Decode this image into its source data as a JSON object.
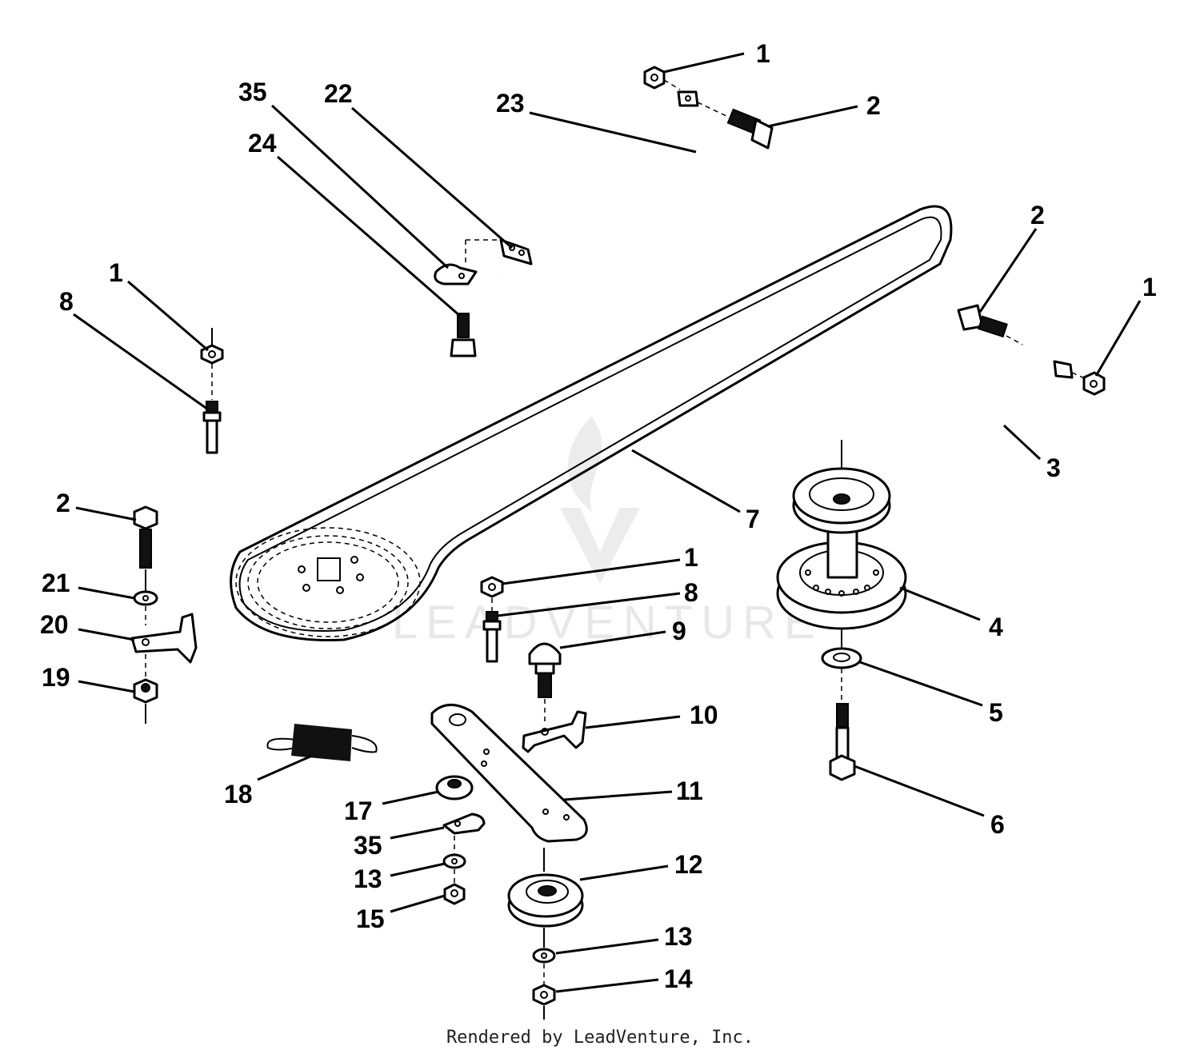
{
  "watermark": "LEADVENTURE",
  "footer": "Rendered by LeadVenture, Inc.",
  "callouts": {
    "c1a": "1",
    "c2a": "2",
    "c23": "23",
    "c35a": "35",
    "c22": "22",
    "c24": "24",
    "c2b": "2",
    "c1b": "1",
    "c3": "3",
    "c1c": "1",
    "c8a": "8",
    "c7": "7",
    "c4": "4",
    "c2c": "2",
    "c21": "21",
    "c20": "20",
    "c19": "19",
    "c1d": "1",
    "c8b": "8",
    "c9": "9",
    "c5": "5",
    "c10": "10",
    "c6": "6",
    "c18": "18",
    "c11": "11",
    "c17": "17",
    "c35b": "35",
    "c13a": "13",
    "c12": "12",
    "c15": "15",
    "c13b": "13",
    "c14": "14"
  }
}
